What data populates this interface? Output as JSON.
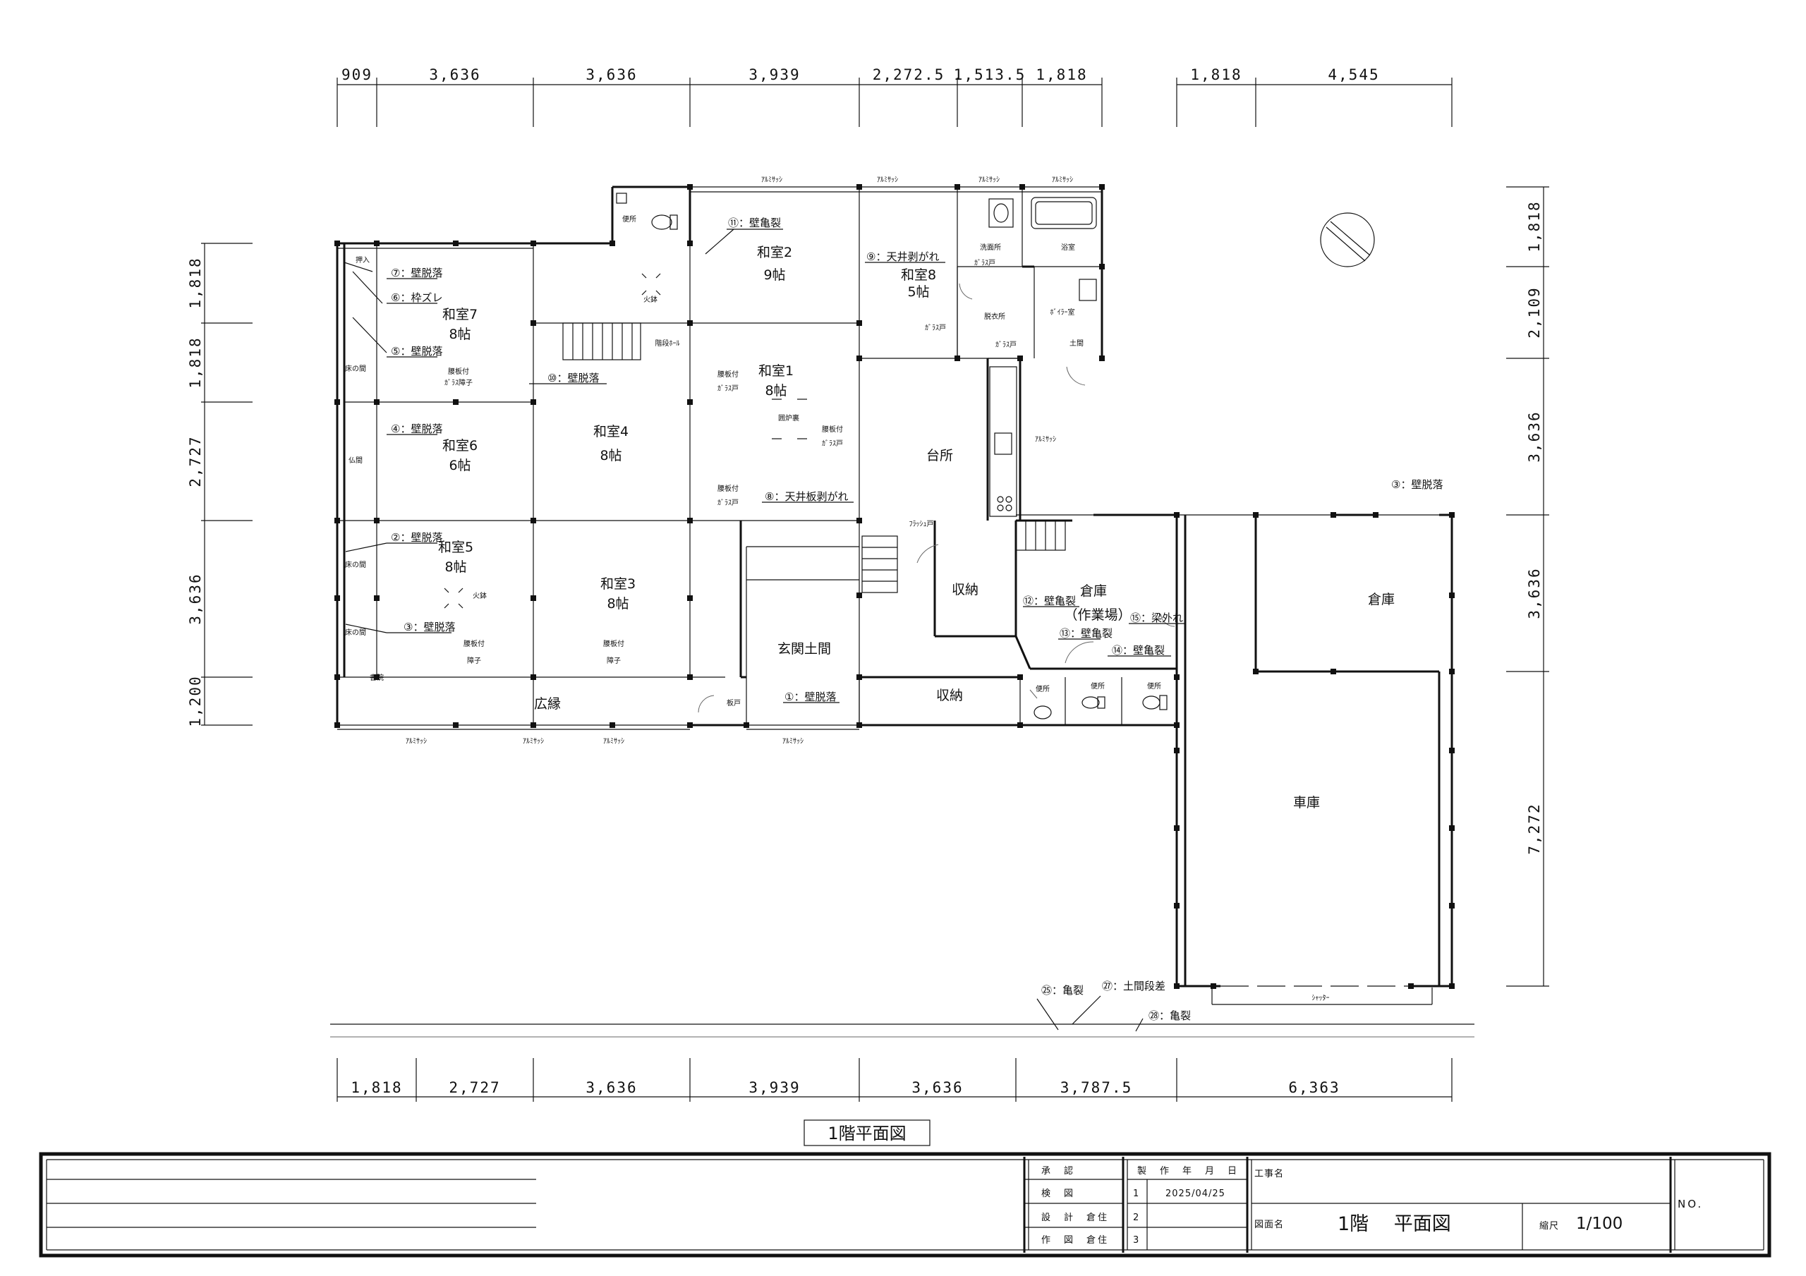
{
  "dims_top": [
    "909",
    "3,636",
    "3,636",
    "3,939",
    "2,272.5",
    "1,513.5",
    "1,818",
    "1,818",
    "4,545"
  ],
  "dims_bottom": [
    "1,818",
    "2,727",
    "3,636",
    "3,939",
    "3,636",
    "3,787.5",
    "6,363"
  ],
  "dims_left": [
    "1,818",
    "1,818",
    "2,727",
    "3,636",
    "1,200"
  ],
  "dims_right": [
    "1,818",
    "2,109",
    "3,636",
    "3,636",
    "7,272"
  ],
  "rooms": {
    "washitsu7": "和室7",
    "washitsu7_size": "8帖",
    "washitsu6": "和室6",
    "washitsu6_size": "6帖",
    "washitsu5": "和室5",
    "washitsu5_size": "8帖",
    "washitsu4": "和室4",
    "washitsu4_size": "8帖",
    "washitsu3": "和室3",
    "washitsu3_size": "8帖",
    "washitsu2": "和室2",
    "washitsu2_size": "9帖",
    "washitsu1": "和室1",
    "washitsu1_size": "8帖",
    "washitsu8": "和室8",
    "washitsu8_size": "5帖",
    "daidokoro": "台所",
    "shuno1": "収納",
    "shuno2": "収納",
    "genkan": "玄関土間",
    "hiroen": "広縁",
    "souko1": "倉庫",
    "souko1_sub": "（作業場）",
    "souko2": "倉庫",
    "shako": "車庫",
    "yokushitsu": "浴室",
    "senmenjo": "洗面所",
    "datsuijo": "脱衣所",
    "boiler": "ﾎﾞｲﾗｰ室",
    "doma": "土間",
    "benjo1": "便所",
    "benjo2": "便所",
    "benjo3": "便所",
    "benjo4": "便所",
    "oshiire": "押入",
    "tokonoma1": "床の間",
    "tokonoma2": "床の間",
    "tokonoma3": "床の間",
    "butsuma": "仏間",
    "shoin": "書院",
    "kaidan_hall": "階段ﾎｰﾙ",
    "itado": "板戸",
    "hibachi1": "火鉢",
    "hibachi2": "火鉢",
    "irori": "囲炉裏"
  },
  "fittings": {
    "alumi": "ｱﾙﾐｻｯｼ",
    "glass_door": "ｶﾞﾗｽ戸",
    "flush_door": "ﾌﾗｯｼｭ戸",
    "shutter": "ｼｬｯﾀｰ",
    "koshiita": "腰板付",
    "glass_shoji": "ｶﾞﾗｽ障子",
    "shoji": "障子"
  },
  "notes": {
    "n1": "①：壁脱落",
    "n2": "②：壁脱落",
    "n3": "③：壁脱落",
    "n3b": "③：壁脱落",
    "n4": "④：壁脱落",
    "n5": "⑤：壁脱落",
    "n6": "⑥：枠ズレ",
    "n7": "⑦：壁脱落",
    "n8": "⑧：天井板剥がれ",
    "n9": "⑨：天井剥がれ",
    "n10": "⑩：壁脱落",
    "n11": "⑪：壁亀裂",
    "n12": "⑫：壁亀裂",
    "n13": "⑬：壁亀裂",
    "n14": "⑭：壁亀裂",
    "n15": "⑮：梁外れ",
    "n25": "㉕：亀裂",
    "n27": "㉗：土間段差",
    "n28": "㉘：亀裂"
  },
  "drawing_title": "1階平面図",
  "title_block": {
    "approval": "承　認",
    "check": "検　図",
    "design": "設　計　倉住",
    "draft": "作　図　倉住",
    "made_date_label": "製　作　年　月　日",
    "row1": "1",
    "row2": "2",
    "row3": "3",
    "date": "2025/04/25",
    "project_label": "工事名",
    "drawing_label": "図面名",
    "drawing_name": "1階　 平面図",
    "scale_label": "縮尺",
    "scale": "1/100",
    "no_label": "NO."
  }
}
